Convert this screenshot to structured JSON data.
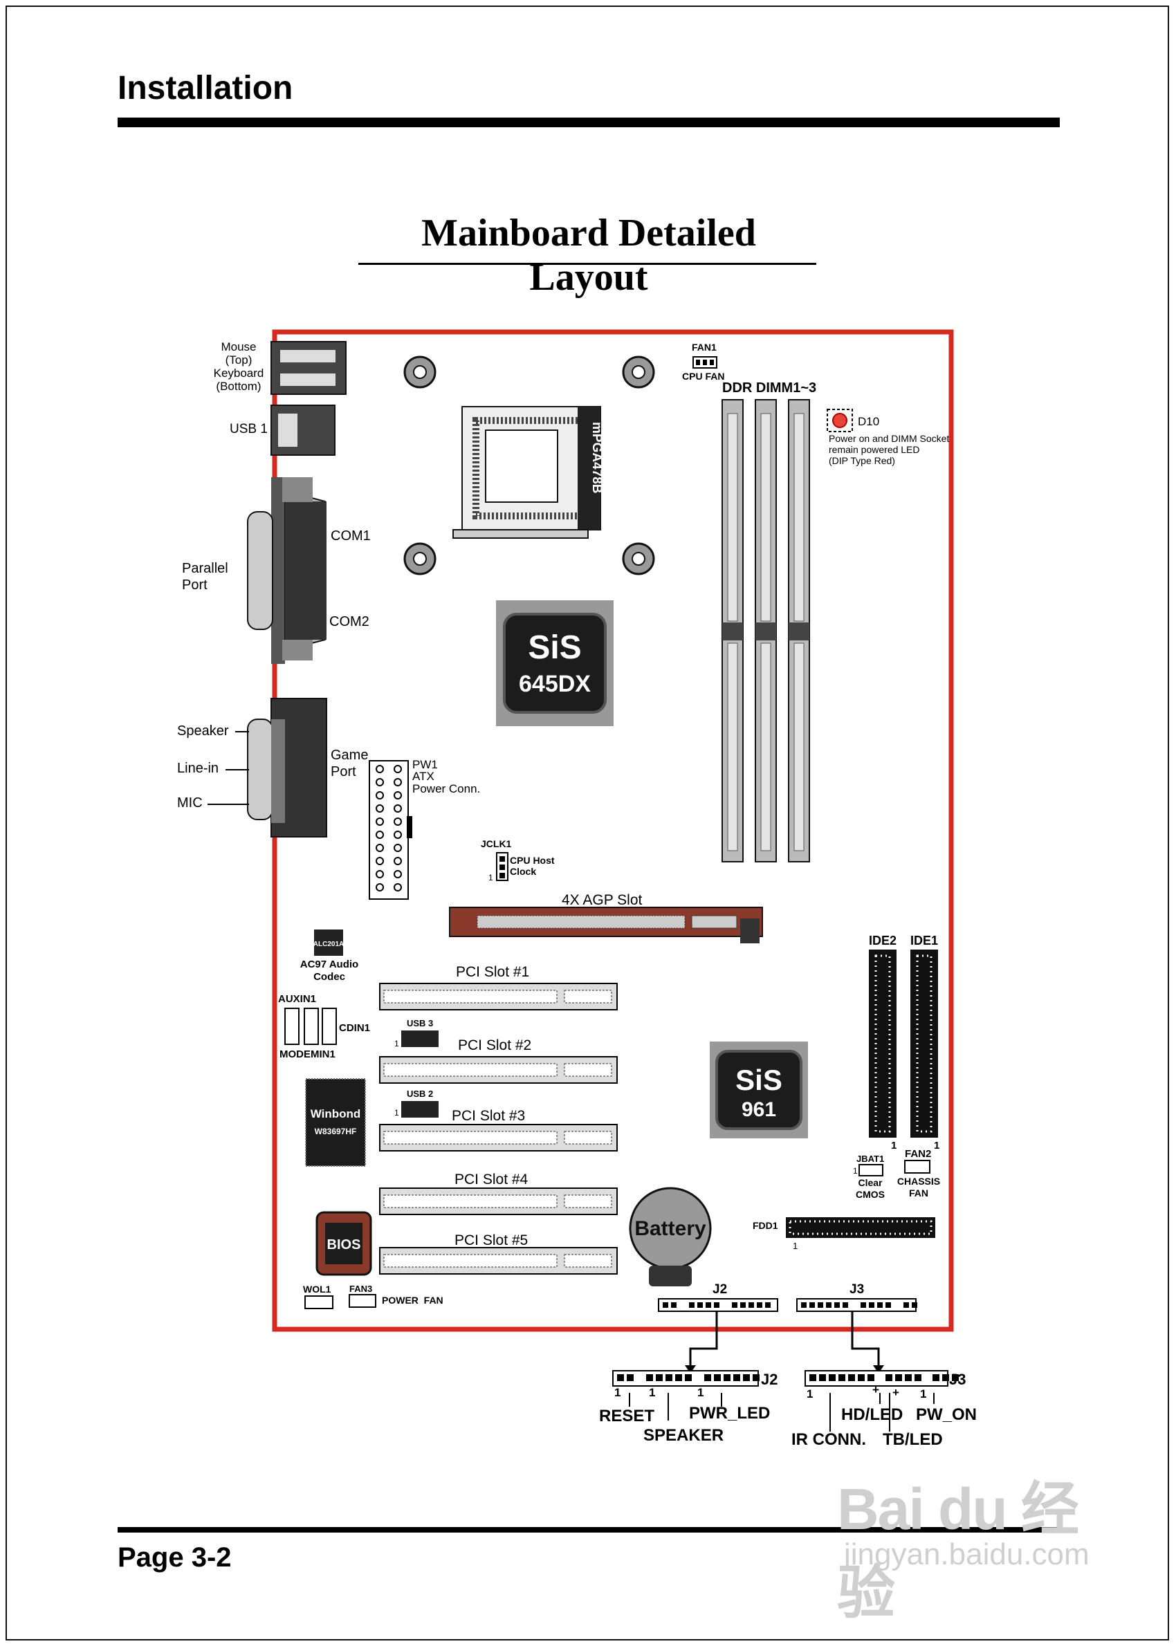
{
  "header": {
    "section": "Installation",
    "page_title": "Mainboard Detailed Layout"
  },
  "footer": {
    "page": "Page 3-2"
  },
  "watermark": {
    "logo": "Bai du 经验",
    "url": "jingyan.baidu.com"
  },
  "colors": {
    "board_outline": "#d42a1f",
    "agp_slot": "#8a3a2a",
    "chip": "#222222",
    "led": "#e8443a"
  },
  "board": {
    "back_panel": {
      "mouse_keyboard": "Mouse\n(Top)\nKeyboard\n(Bottom)",
      "usb1": "USB 1",
      "parallel": "Parallel\nPort",
      "com1": "COM1",
      "com2": "COM2",
      "game_port": "Game\nPort",
      "speaker": "Speaker",
      "line_in": "Line-in",
      "mic": "MIC"
    },
    "cpu_socket": {
      "label": "mPGA478B"
    },
    "fan1": {
      "name": "FAN1",
      "desc": "CPU FAN"
    },
    "dimm": {
      "label": "DDR DIMM1~3"
    },
    "d10": {
      "name": "D10",
      "desc": "Power on and DIMM Socket\nremain powered LED\n(DIP Type Red)"
    },
    "northbridge": {
      "brand": "SiS",
      "model": "645DX"
    },
    "southbridge": {
      "brand": "SiS",
      "model": "961"
    },
    "pw1": {
      "name": "PW1",
      "desc": "ATX\nPower Conn."
    },
    "jclk1": {
      "name": "JCLK1",
      "desc": "CPU Host\nClock",
      "pin": "1"
    },
    "agp": {
      "label": "4X AGP Slot"
    },
    "audio": {
      "chip": "ALC201A",
      "desc": "AC97 Audio\nCodec"
    },
    "pci_slots": [
      "PCI Slot #1",
      "PCI Slot #2",
      "PCI Slot #3",
      "PCI Slot #4",
      "PCI Slot #5"
    ],
    "auxin1": "AUXIN1",
    "cdin1": "CDIN1",
    "modemin1": "MODEMIN1",
    "usb3": {
      "name": "USB 3",
      "pin": "1"
    },
    "usb2": {
      "name": "USB 2",
      "pin": "1"
    },
    "winbond": {
      "brand": "Winbond",
      "model": "W83697HF"
    },
    "bios": "BIOS",
    "battery": "Battery",
    "wol1": "WOL1",
    "fan3": {
      "name": "FAN3",
      "desc": "POWER  FAN"
    },
    "ide2": {
      "name": "IDE2",
      "pin": "1"
    },
    "ide1": {
      "name": "IDE1",
      "pin": "1"
    },
    "jbat1": {
      "name": "JBAT1",
      "desc": "Clear\nCMOS",
      "pin": "1"
    },
    "fan2": {
      "name": "FAN2",
      "desc": "CHASSIS\nFAN"
    },
    "fdd1": {
      "name": "FDD1",
      "pin": "1"
    },
    "j2": "J2",
    "j3": "J3"
  },
  "detail_j2": {
    "name": "J2",
    "pins": [
      "1",
      "1",
      "1"
    ],
    "reset": "RESET",
    "speaker": "SPEAKER",
    "pwr_led": "PWR_LED"
  },
  "detail_j3": {
    "name": "J3",
    "pins": [
      "1",
      "+",
      "+",
      "1"
    ],
    "ir_conn": "IR CONN.",
    "hd_led": "HD/LED",
    "tb_led": "TB/LED",
    "pw_on": "PW_ON"
  }
}
